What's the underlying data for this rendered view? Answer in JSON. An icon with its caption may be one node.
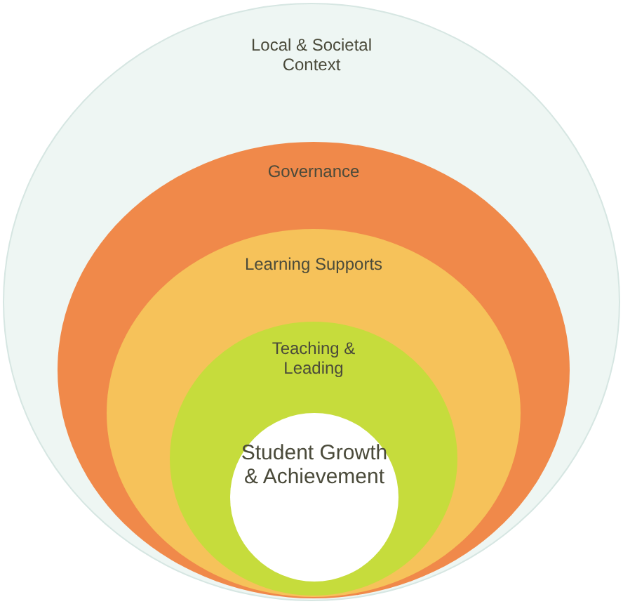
{
  "diagram": {
    "nodes": [
      {
        "text": [
          "Local & Societal Context"
        ]
      },
      {
        "text": [
          "Governance"
        ],
        "in": 0
      },
      {
        "text": [
          "Learning Supports"
        ],
        "in": 1
      },
      {
        "text": [
          "Teaching & Leading"
        ],
        "in": 2
      },
      {
        "text": [
          "Student Growth & Achievement"
        ],
        "in": 3
      }
    ]
  }
}
